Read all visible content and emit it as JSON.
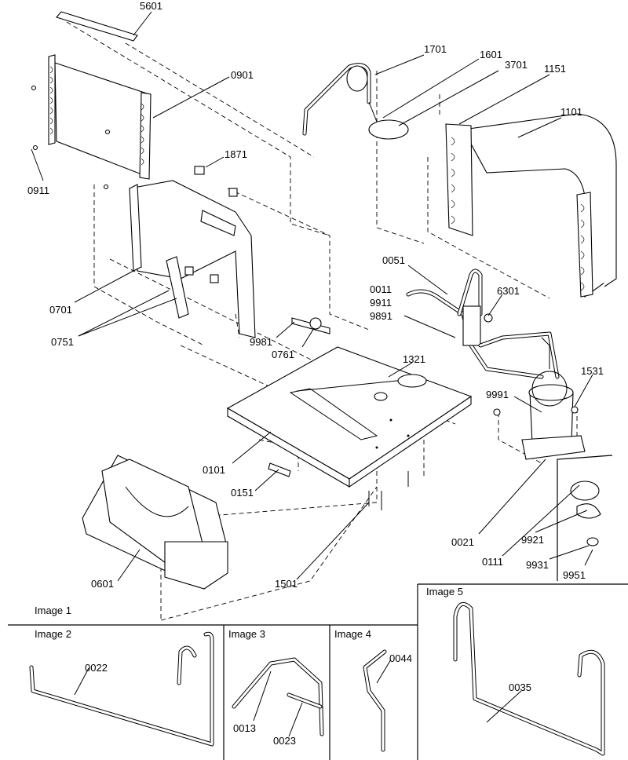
{
  "callouts": {
    "c5601": "5601",
    "c0901": "0901",
    "c0911": "0911",
    "c1871": "1871",
    "c0701": "0701",
    "c0751": "0751",
    "c1701": "1701",
    "c1601": "1601",
    "c3701": "3701",
    "c1151": "1151",
    "c1101": "1101",
    "c0051": "0051",
    "c0011": "0011",
    "c9911": "9911",
    "c9891": "9891",
    "c6301": "6301",
    "c9981": "9981",
    "c0761": "0761",
    "c1321": "1321",
    "c1531": "1531",
    "c9991": "9991",
    "c0101": "0101",
    "c0151": "0151",
    "c0601": "0601",
    "c1501": "1501",
    "c0021": "0021",
    "c0111": "0111",
    "c9921": "9921",
    "c9931": "9931",
    "c9951": "9951",
    "c0022": "0022",
    "c0013": "0013",
    "c0023": "0023",
    "c0044": "0044",
    "c0035": "0035"
  },
  "image_labels": {
    "image1": "Image 1",
    "image2": "Image 2",
    "image3": "Image 3",
    "image4": "Image 4",
    "image5": "Image 5"
  }
}
